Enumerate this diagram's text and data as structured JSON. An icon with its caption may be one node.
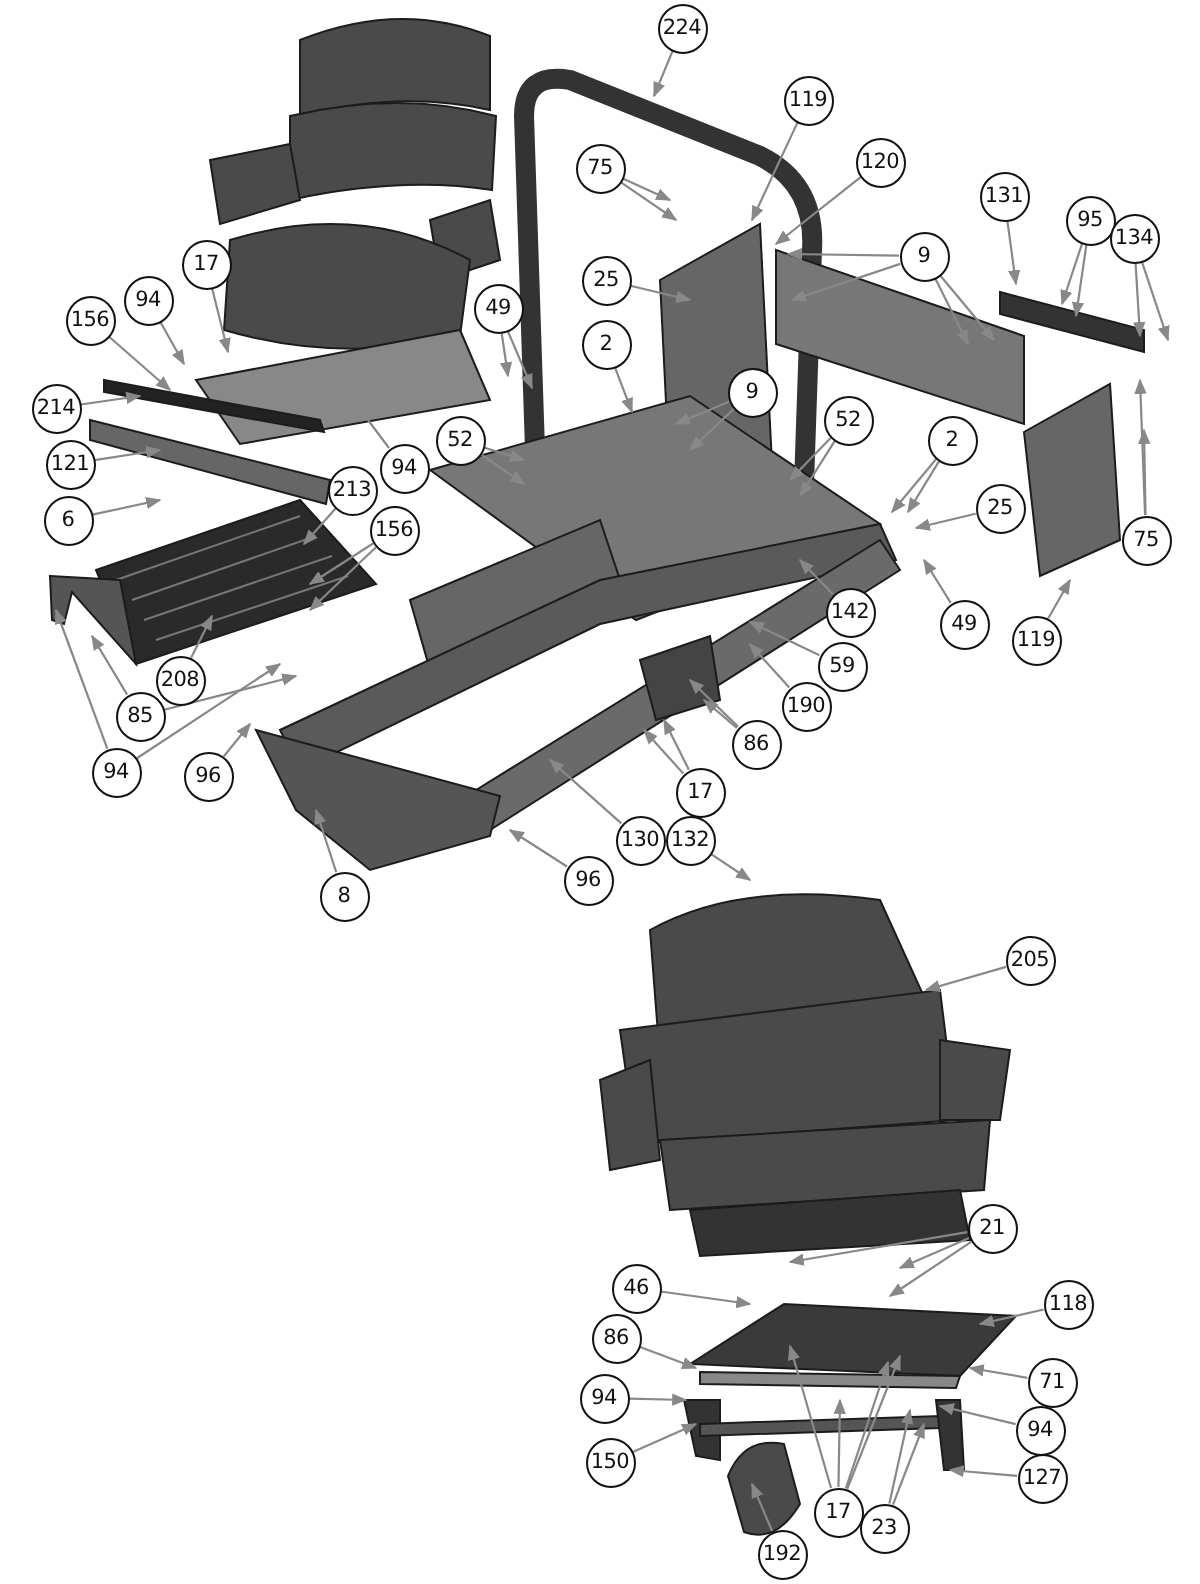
{
  "diagram": {
    "nodes": [
      {
        "text": [
          "224"
        ]
      },
      {
        "text": [
          "119"
        ]
      },
      {
        "text": [
          "120"
        ]
      },
      {
        "text": [
          "75"
        ]
      },
      {
        "text": [
          "131"
        ]
      },
      {
        "text": [
          "95"
        ]
      },
      {
        "text": [
          "134"
        ]
      },
      {
        "text": [
          "9"
        ]
      },
      {
        "text": [
          "17"
        ]
      },
      {
        "text": [
          "156"
        ]
      },
      {
        "text": [
          "94"
        ]
      },
      {
        "text": [
          "25"
        ]
      },
      {
        "text": [
          "49"
        ]
      },
      {
        "text": [
          "2"
        ]
      },
      {
        "text": [
          "214"
        ]
      },
      {
        "text": [
          "121"
        ]
      },
      {
        "text": [
          "94"
        ]
      },
      {
        "text": [
          "52"
        ]
      },
      {
        "text": [
          "9"
        ]
      },
      {
        "text": [
          "52"
        ]
      },
      {
        "text": [
          "2"
        ]
      },
      {
        "text": [
          "25"
        ]
      },
      {
        "text": [
          "49"
        ]
      },
      {
        "text": [
          "142"
        ]
      },
      {
        "text": [
          "119"
        ]
      },
      {
        "text": [
          "75"
        ]
      },
      {
        "text": [
          "59"
        ]
      },
      {
        "text": [
          "190"
        ]
      },
      {
        "text": [
          "86"
        ]
      },
      {
        "text": [
          "17"
        ]
      },
      {
        "text": [
          "130"
        ]
      },
      {
        "text": [
          "132"
        ]
      },
      {
        "text": [
          "96"
        ]
      },
      {
        "text": [
          "213"
        ]
      },
      {
        "text": [
          "156"
        ]
      },
      {
        "text": [
          "6"
        ]
      },
      {
        "text": [
          "208"
        ]
      },
      {
        "text": [
          "85"
        ]
      },
      {
        "text": [
          "94"
        ]
      },
      {
        "text": [
          "96"
        ]
      },
      {
        "text": [
          "8"
        ]
      },
      {
        "text": [
          "205"
        ]
      },
      {
        "text": [
          "46"
        ]
      },
      {
        "text": [
          "21"
        ]
      },
      {
        "text": [
          "118"
        ]
      },
      {
        "text": [
          "86"
        ]
      },
      {
        "text": [
          "71"
        ]
      },
      {
        "text": [
          "94"
        ]
      },
      {
        "text": [
          "94"
        ]
      },
      {
        "text": [
          "150"
        ]
      },
      {
        "text": [
          "127"
        ]
      },
      {
        "text": [
          "17"
        ]
      },
      {
        "text": [
          "23"
        ]
      },
      {
        "text": [
          "192"
        ]
      }
    ],
    "edges": [
      {
        "from": 0,
        "to": null,
        "arrow": "to"
      },
      {
        "from": 1,
        "to": null,
        "arrow": "to"
      },
      {
        "from": 2,
        "to": null,
        "arrow": "to"
      },
      {
        "from": 3,
        "to": null,
        "arrow": "to"
      },
      {
        "from": 3,
        "to": null,
        "arrow": "to"
      },
      {
        "from": 4,
        "to": null,
        "arrow": "to"
      },
      {
        "from": 5,
        "to": null,
        "arrow": "to"
      },
      {
        "from": 5,
        "to": null,
        "arrow": "to"
      },
      {
        "from": 6,
        "to": null,
        "arrow": "to"
      },
      {
        "from": 6,
        "to": null,
        "arrow": "to"
      },
      {
        "from": 7,
        "to": null,
        "arrow": "to"
      },
      {
        "from": 7,
        "to": null,
        "arrow": "to"
      },
      {
        "from": 7,
        "to": null,
        "arrow": "to"
      },
      {
        "from": 7,
        "to": null,
        "arrow": "to"
      },
      {
        "from": 8,
        "to": null,
        "arrow": "to"
      },
      {
        "from": 9,
        "to": null,
        "arrow": "to"
      },
      {
        "from": 10,
        "to": null,
        "arrow": "to"
      },
      {
        "from": 11,
        "to": null,
        "arrow": "to"
      },
      {
        "from": 12,
        "to": null,
        "arrow": "to"
      },
      {
        "from": 12,
        "to": null,
        "arrow": "to"
      },
      {
        "from": 13,
        "to": null,
        "arrow": "to"
      },
      {
        "from": 14,
        "to": null,
        "arrow": "to"
      },
      {
        "from": 15,
        "to": null,
        "arrow": "to"
      },
      {
        "from": 16,
        "to": null,
        "arrow": "to"
      },
      {
        "from": 17,
        "to": null,
        "arrow": "to"
      },
      {
        "from": 17,
        "to": null,
        "arrow": "to"
      },
      {
        "from": 18,
        "to": null,
        "arrow": "to"
      },
      {
        "from": 18,
        "to": null,
        "arrow": "to"
      },
      {
        "from": 19,
        "to": null,
        "arrow": "to"
      },
      {
        "from": 19,
        "to": null,
        "arrow": "to"
      },
      {
        "from": 20,
        "to": null,
        "arrow": "to"
      },
      {
        "from": 20,
        "to": null,
        "arrow": "to"
      },
      {
        "from": 21,
        "to": null,
        "arrow": "to"
      },
      {
        "from": 22,
        "to": null,
        "arrow": "to"
      },
      {
        "from": 23,
        "to": null,
        "arrow": "to"
      },
      {
        "from": 24,
        "to": null,
        "arrow": "to"
      },
      {
        "from": 25,
        "to": null,
        "arrow": "to"
      },
      {
        "from": 25,
        "to": null,
        "arrow": "to"
      },
      {
        "from": 26,
        "to": null,
        "arrow": "to"
      },
      {
        "from": 27,
        "to": null,
        "arrow": "to"
      },
      {
        "from": 28,
        "to": null,
        "arrow": "to"
      },
      {
        "from": 28,
        "to": null,
        "arrow": "to"
      },
      {
        "from": 29,
        "to": null,
        "arrow": "to"
      },
      {
        "from": 29,
        "to": null,
        "arrow": "to"
      },
      {
        "from": 30,
        "to": null,
        "arrow": "to"
      },
      {
        "from": 31,
        "to": null,
        "arrow": "to"
      },
      {
        "from": 32,
        "to": null,
        "arrow": "to"
      },
      {
        "from": 33,
        "to": null,
        "arrow": "to"
      },
      {
        "from": 34,
        "to": null,
        "arrow": "to"
      },
      {
        "from": 34,
        "to": null,
        "arrow": "to"
      },
      {
        "from": 35,
        "to": null,
        "arrow": "to"
      },
      {
        "from": 36,
        "to": null,
        "arrow": "to"
      },
      {
        "from": 37,
        "to": null,
        "arrow": "to"
      },
      {
        "from": 37,
        "to": null,
        "arrow": "to"
      },
      {
        "from": 38,
        "to": null,
        "arrow": "to"
      },
      {
        "from": 38,
        "to": null,
        "arrow": "to"
      },
      {
        "from": 39,
        "to": null,
        "arrow": "to"
      },
      {
        "from": 40,
        "to": null,
        "arrow": "to"
      },
      {
        "from": 41,
        "to": null,
        "arrow": "to"
      },
      {
        "from": 42,
        "to": null,
        "arrow": "to"
      },
      {
        "from": 43,
        "to": null,
        "arrow": "to"
      },
      {
        "from": 43,
        "to": null,
        "arrow": "to"
      },
      {
        "from": 43,
        "to": null,
        "arrow": "to"
      },
      {
        "from": 44,
        "to": null,
        "arrow": "to"
      },
      {
        "from": 45,
        "to": null,
        "arrow": "to"
      },
      {
        "from": 46,
        "to": null,
        "arrow": "to"
      },
      {
        "from": 47,
        "to": null,
        "arrow": "to"
      },
      {
        "from": 48,
        "to": null,
        "arrow": "to"
      },
      {
        "from": 49,
        "to": null,
        "arrow": "to"
      },
      {
        "from": 50,
        "to": null,
        "arrow": "to"
      },
      {
        "from": 51,
        "to": null,
        "arrow": "to"
      },
      {
        "from": 51,
        "to": null,
        "arrow": "to"
      },
      {
        "from": 51,
        "to": null,
        "arrow": "to"
      },
      {
        "from": 51,
        "to": null,
        "arrow": "to"
      },
      {
        "from": 52,
        "to": null,
        "arrow": "to"
      },
      {
        "from": 52,
        "to": null,
        "arrow": "to"
      },
      {
        "from": 53,
        "to": null,
        "arrow": "to"
      }
    ]
  }
}
